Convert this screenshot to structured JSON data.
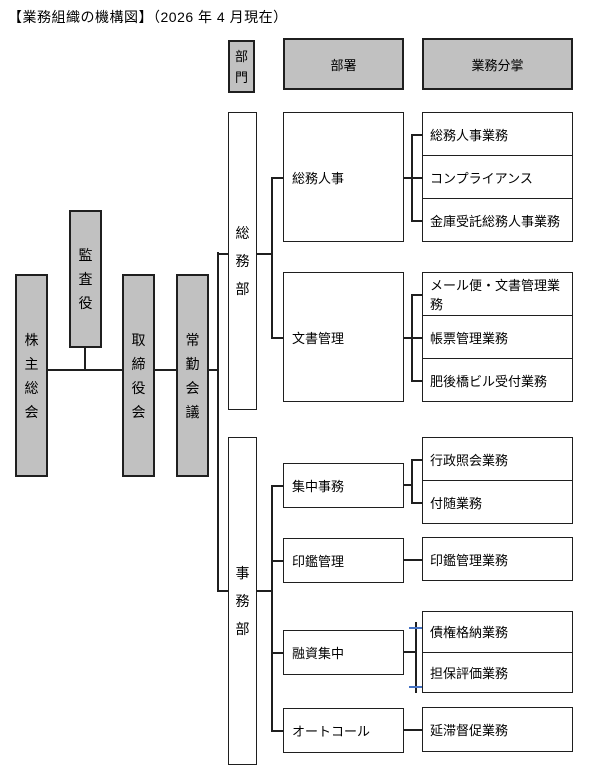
{
  "title": "【業務組織の機構図】（2026 年 4 月現在）",
  "colors": {
    "box_fill_gray": "#c1c1c1",
    "line_black": "#1f1f1f",
    "connector_blue": "#4472c4",
    "background": "#ffffff"
  },
  "headers": {
    "division": "部門",
    "department": "部署",
    "duty": "業務分掌"
  },
  "governance": {
    "shareholders": "株主総会",
    "auditor": "監査役",
    "board": "取締役会",
    "standing_meeting": "常勤会議"
  },
  "divisions": [
    {
      "name": "総務部",
      "departments": [
        {
          "name": "総務人事",
          "duties": [
            "総務人事業務",
            "コンプライアンス",
            "金庫受託総務人事業務"
          ]
        },
        {
          "name": "文書管理",
          "duties": [
            "メール便・文書管理業務",
            "帳票管理業務",
            "肥後橋ビル受付業務"
          ]
        }
      ]
    },
    {
      "name": "事務部",
      "departments": [
        {
          "name": "集中事務",
          "duties": [
            "行政照会業務",
            "付随業務"
          ]
        },
        {
          "name": "印鑑管理",
          "duties": [
            "印鑑管理業務"
          ]
        },
        {
          "name": "融資集中",
          "duties": [
            "債権格納業務",
            "担保評価業務"
          ]
        },
        {
          "name": "オートコール",
          "duties": [
            "延滞督促業務"
          ]
        }
      ]
    }
  ]
}
